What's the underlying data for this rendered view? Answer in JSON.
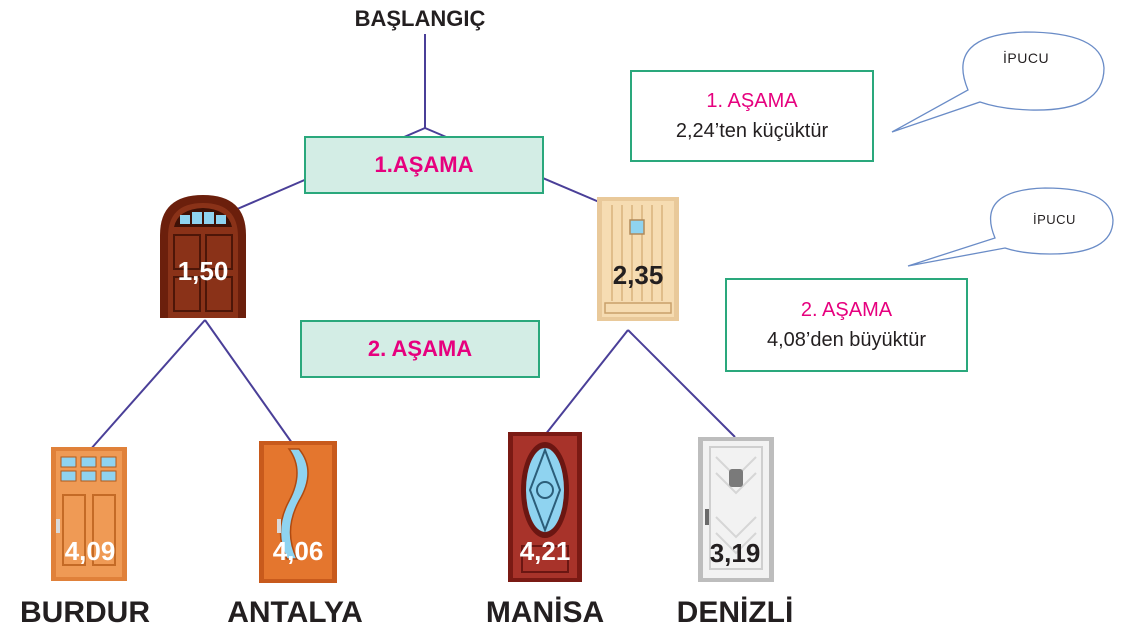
{
  "title": "BAŞLANGIÇ",
  "stage_labels": [
    "1.AŞAMA",
    "2. AŞAMA"
  ],
  "hints": [
    {
      "bubble": "İPUCU",
      "title": "1. AŞAMA",
      "text": "2,24’ten küçüktür"
    },
    {
      "bubble": "İPUCU",
      "title": "2. AŞAMA",
      "text": "4,08’den büyüktür"
    }
  ],
  "doors": [
    {
      "value": "1,50",
      "icon": "arched-brown-door-icon"
    },
    {
      "value": "2,35",
      "icon": "light-wood-door-icon"
    },
    {
      "value": "4,09",
      "icon": "orange-panel-door-icon"
    },
    {
      "value": "4,06",
      "icon": "orange-glass-door-icon"
    },
    {
      "value": "4,21",
      "icon": "red-oval-glass-door-icon"
    },
    {
      "value": "3,19",
      "icon": "white-door-icon"
    }
  ],
  "cities": [
    "BURDUR",
    "ANTALYA",
    "MANİSA",
    "DENİZLİ"
  ],
  "colors": {
    "line": "#4a3f98",
    "box_fill": "#d3ede5",
    "box_border": "#2aa87c",
    "accent": "#e6007e"
  }
}
